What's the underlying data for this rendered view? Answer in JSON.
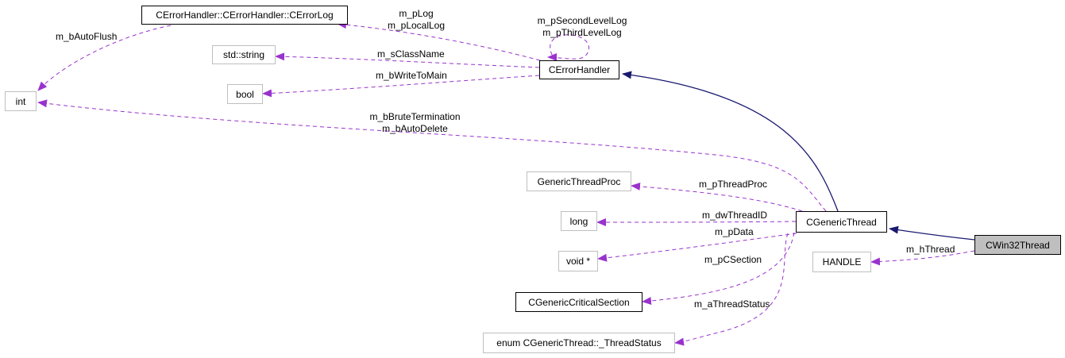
{
  "colors": {
    "member_edge": "#9a32cd",
    "inherit_edge": "#191970",
    "node_border_ext": "#bfbfbf",
    "node_border_doc": "#000000",
    "focus_fill": "#bfbfbf"
  },
  "nodes": {
    "errorlog": "CErrorHandler::CErrorHandler::CErrorLog",
    "stdstring": "std::string",
    "int": "int",
    "bool": "bool",
    "cerrorhandler": "CErrorHandler",
    "genericthreadproc": "GenericThreadProc",
    "long": "long",
    "voidptr": "void *",
    "criticalsection": "CGenericCriticalSection",
    "threadstatus": "enum CGenericThread::_ThreadStatus",
    "cgenericthread": "CGenericThread",
    "handle": "HANDLE",
    "cwin32thread": "CWin32Thread"
  },
  "edge_labels": {
    "autoflush": "m_bAutoFlush",
    "plog_1": "m_pLog",
    "plog_2": "m_pLocalLog",
    "selfloop_1": "m_pSecondLevelLog",
    "selfloop_2": "m_pThirdLevelLog",
    "classname": "m_sClassName",
    "writetomain": "m_bWriteToMain",
    "brute_1": "m_bBruteTermination",
    "brute_2": "m_bAutoDelete",
    "threadproc": "m_pThreadProc",
    "threadid": "m_dwThreadID",
    "pdata": "m_pData",
    "csection": "m_pCSection",
    "threadstatus": "m_aThreadStatus",
    "hthread": "m_hThread"
  }
}
